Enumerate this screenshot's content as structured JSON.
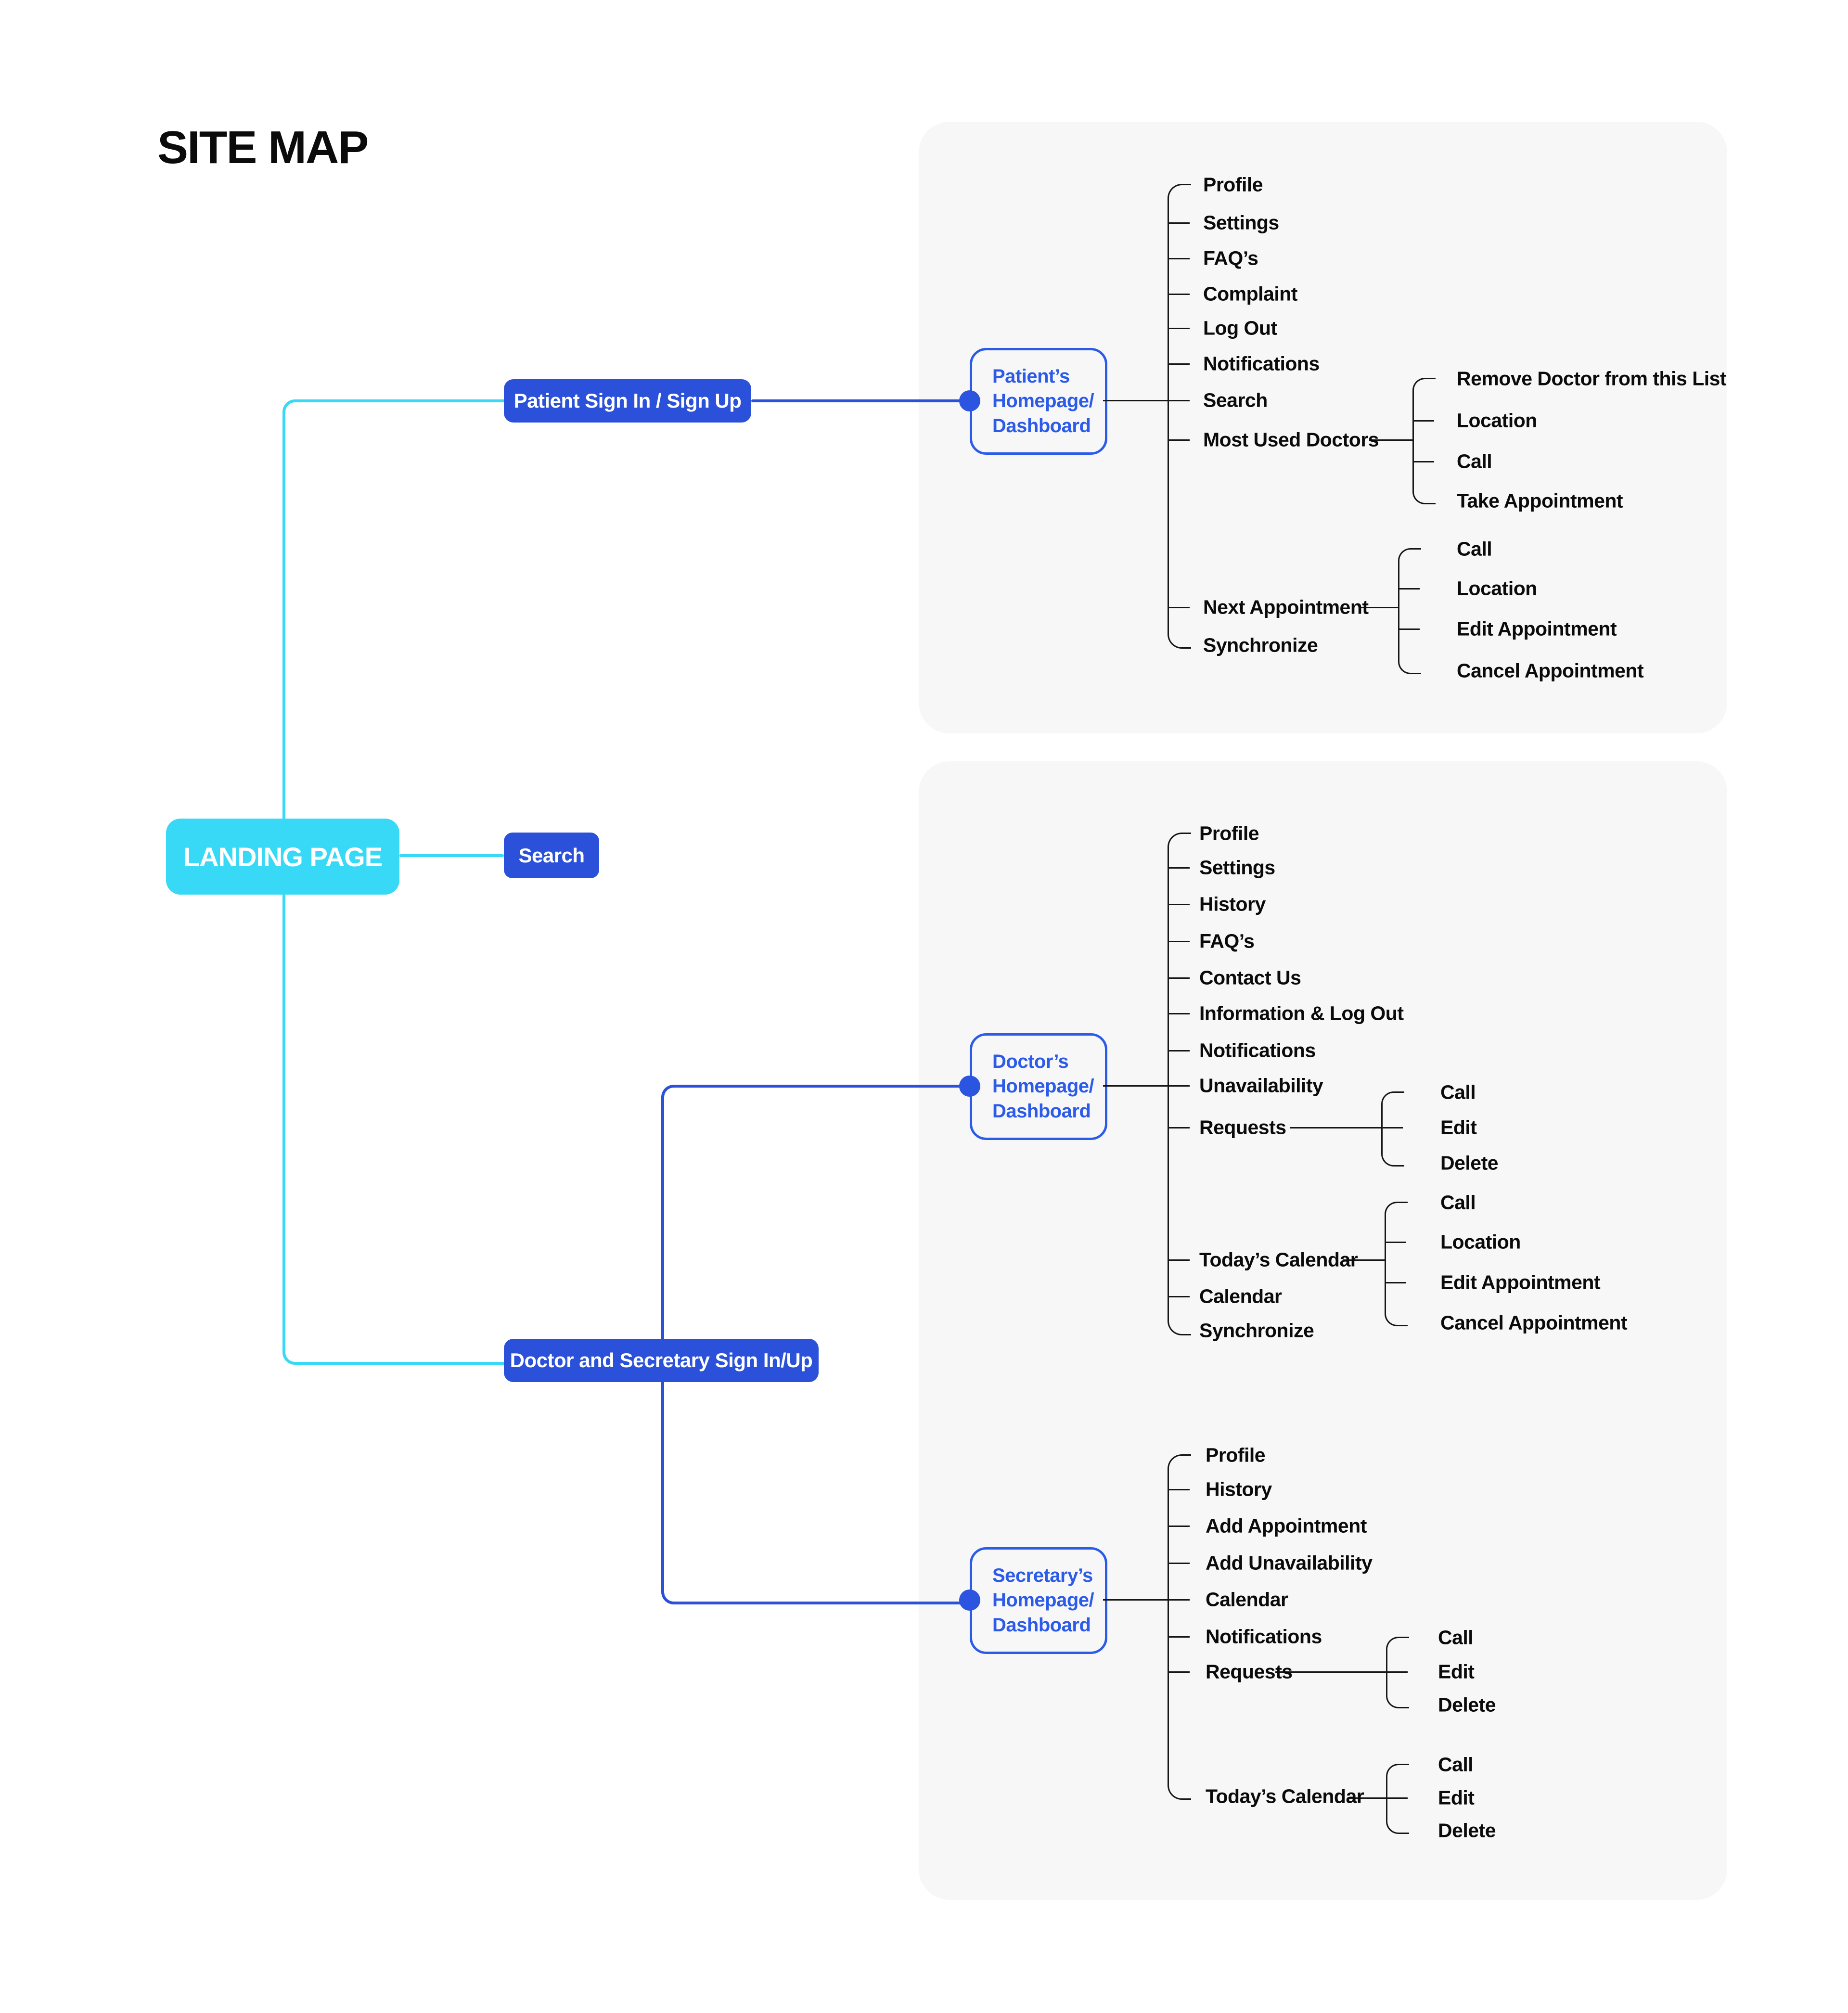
{
  "title": "SITE MAP",
  "colors": {
    "cyan_accent": "#38D9F6",
    "blue_accent": "#2B50D9",
    "node_accent": "#2B5BE8",
    "tree_line": "#161616",
    "panel_background": "#F7F7F8",
    "text": "#0B0B0B"
  },
  "landing": {
    "label": "LANDING PAGE"
  },
  "buttons": {
    "patient_signin": "Patient Sign In / Sign Up",
    "search": "Search",
    "doctor_secretary_signin": "Doctor and Secretary Sign In/Up"
  },
  "patient": {
    "box_label": "Patient’s Homepage/ Dashboard",
    "items": [
      "Profile",
      "Settings",
      "FAQ’s",
      "Complaint",
      "Log Out",
      "Notifications",
      "Search",
      "Most Used Doctors",
      "Next Appointment",
      "Synchronize"
    ],
    "most_used_doctors_children": [
      "Remove Doctor from this List",
      "Location",
      "Call",
      "Take Appointment"
    ],
    "next_appointment_children": [
      "Call",
      "Location",
      "Edit Appointment",
      "Cancel Appointment"
    ]
  },
  "doctor": {
    "box_label": "Doctor’s Homepage/ Dashboard",
    "items": [
      "Profile",
      "Settings",
      "History",
      "FAQ’s",
      "Contact Us",
      "Information & Log Out",
      "Notifications",
      "Unavailability",
      "Requests",
      "Today’s Calendar",
      "Calendar",
      "Synchronize"
    ],
    "requests_children": [
      "Call",
      "Edit",
      "Delete"
    ],
    "todays_calendar_children": [
      "Call",
      "Location",
      "Edit Appointment",
      "Cancel Appointment"
    ]
  },
  "secretary": {
    "box_label": "Secretary’s Homepage/ Dashboard",
    "items": [
      "Profile",
      "History",
      "Add Appointment",
      "Add Unavailability",
      "Calendar",
      "Notifications",
      "Requests",
      "Today’s Calendar"
    ],
    "requests_children": [
      "Call",
      "Edit",
      "Delete"
    ],
    "todays_calendar_children": [
      "Call",
      "Edit",
      "Delete"
    ]
  }
}
